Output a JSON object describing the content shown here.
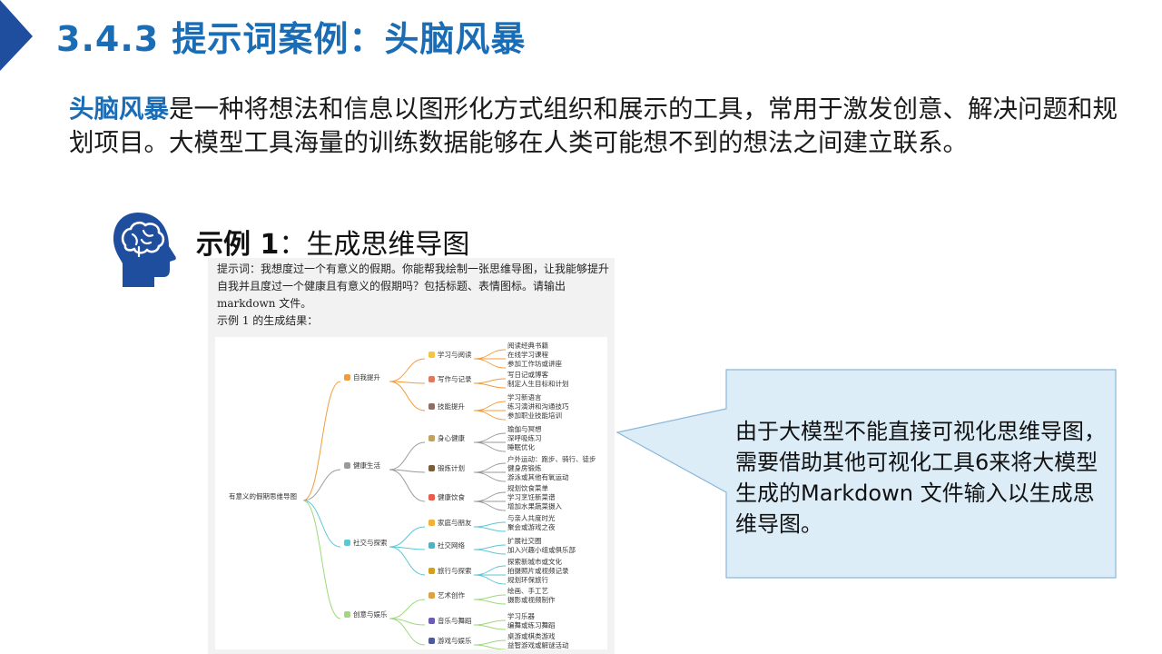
{
  "title": "3.4.3 提示词案例：头脑风暴",
  "intro": {
    "keyword": "头脑风暴",
    "text": "是一种将想法和信息以图形化方式组织和展示的工具，常用于激发创意、解决问题和规划项目。大模型工具海量的训练数据能够在人类可能想不到的想法之间建立联系。"
  },
  "example": {
    "label_bold": "示例 1",
    "label_rest": "：生成思维导图"
  },
  "prompt_text": "提示词：我想度过一个有意义的假期。你能帮我绘制一张思维导图，让我能够提升自我并且度过一个健康且有意义的假期吗？包括标题、表情图标。请输出 markdown 文件。",
  "result_label": "示例 1 的生成结果：",
  "mindmap": {
    "root": "有意义的假期思维导图",
    "branches": [
      {
        "label": "自我提升",
        "color": "#f39c3b",
        "children": [
          {
            "label": "学习与阅读",
            "leaves": [
              "阅读经典书籍",
              "在线学习课程",
              "参加工作坊或讲座"
            ]
          },
          {
            "label": "写作与记录",
            "leaves": [
              "写日记或博客",
              "制定人生目标和计划"
            ]
          },
          {
            "label": "技能提升",
            "leaves": [
              "学习新语言",
              "练习演讲和沟通技巧",
              "参加职业技能培训"
            ]
          }
        ]
      },
      {
        "label": "健康生活",
        "color": "#9a9a9a",
        "children": [
          {
            "label": "身心健康",
            "leaves": [
              "瑜伽与冥想",
              "深呼吸练习",
              "睡眠优化"
            ]
          },
          {
            "label": "锻炼计划",
            "leaves": [
              "户外运动：跑步、骑行、徒步",
              "健身房锻炼",
              "游泳或其他有氧运动"
            ]
          },
          {
            "label": "健康饮食",
            "leaves": [
              "规划饮食菜单",
              "学习烹饪新菜谱",
              "增加水果蔬菜摄入"
            ]
          }
        ]
      },
      {
        "label": "社交与探索",
        "color": "#5bc8d6",
        "children": [
          {
            "label": "家庭与朋友",
            "leaves": [
              "与亲人共度时光",
              "聚会或游戏之夜"
            ]
          },
          {
            "label": "社交网络",
            "leaves": [
              "扩展社交圈",
              "加入兴趣小组或俱乐部"
            ]
          },
          {
            "label": "旅行与探索",
            "leaves": [
              "探索新城市或文化",
              "拍摄照片或视频记录",
              "规划环保旅行"
            ]
          }
        ]
      },
      {
        "label": "创意与娱乐",
        "color": "#9fd97a",
        "children": [
          {
            "label": "艺术创作",
            "leaves": [
              "绘画、手工艺",
              "摄影或视频制作"
            ]
          },
          {
            "label": "音乐与舞蹈",
            "leaves": [
              "学习乐器",
              "编舞或练习舞蹈"
            ]
          },
          {
            "label": "游戏与娱乐",
            "leaves": [
              "桌游或棋类游戏",
              "益智游戏或解谜活动"
            ]
          }
        ]
      }
    ]
  },
  "callout": {
    "text": "由于大模型不能直接可视化思维导图，需要借助其他可视化工具6来将大模型生成的Markdown 文件输入以生成思维导图。"
  },
  "colors": {
    "accent": "#1a6db5",
    "callout_fill": "#dcedf8",
    "callout_border": "#8ab7d9"
  },
  "icons": [
    "corner-triangle-icon",
    "head-brain-icon"
  ]
}
